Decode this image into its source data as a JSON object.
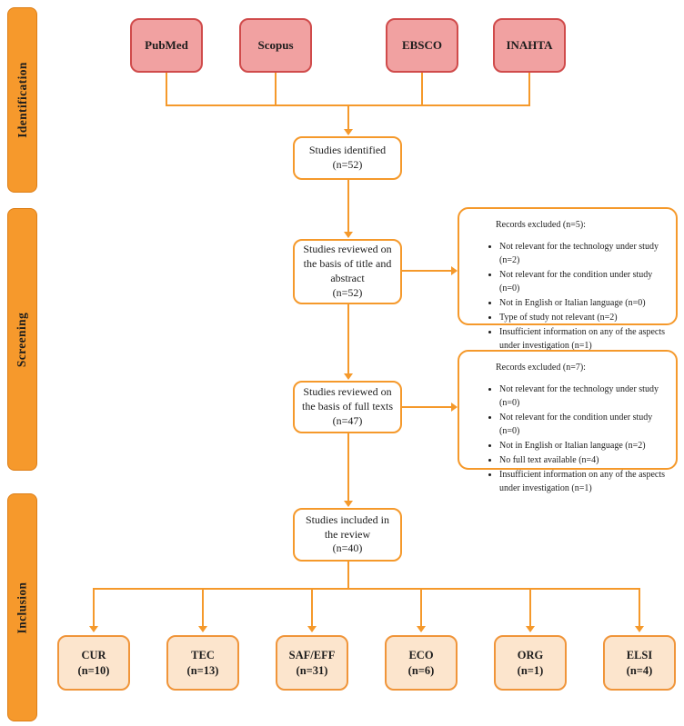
{
  "phases": [
    {
      "label": "Identification"
    },
    {
      "label": "Screening"
    },
    {
      "label": "Inclusion"
    }
  ],
  "sources": [
    {
      "label": "PubMed"
    },
    {
      "label": "Scopus"
    },
    {
      "label": "EBSCO"
    },
    {
      "label": "INAHTA"
    }
  ],
  "flow_boxes": [
    {
      "text": "Studies identified\n(n=52)"
    },
    {
      "text": "Studies reviewed on\nthe basis of title and\nabstract\n(n=52)"
    },
    {
      "text": "Studies reviewed on\nthe basis of full texts\n(n=47)"
    },
    {
      "text": "Studies included in\nthe review\n(n=40)"
    }
  ],
  "exclusions": [
    {
      "title": "Records excluded (n=5):",
      "items": [
        "Not relevant for the technology under study (n=2)",
        "Not relevant for the condition under study (n=0)",
        "Not in English or Italian language (n=0)",
        "Type of study not relevant (n=2)",
        "Insufficient information on any of the aspects under investigation (n=1)"
      ]
    },
    {
      "title": "Records excluded (n=7):",
      "items": [
        "Not relevant for the technology under study (n=0)",
        "Not relevant for the condition under study (n=0)",
        "Not in English or Italian language (n=2)",
        "No full text available (n=4)",
        "Insufficient information on any of the aspects under investigation (n=1)"
      ]
    }
  ],
  "categories": [
    {
      "text": "CUR\n(n=10)"
    },
    {
      "text": "TEC\n(n=13)"
    },
    {
      "text": "SAF/EFF\n(n=31)"
    },
    {
      "text": "ECO\n(n=6)"
    },
    {
      "text": "ORG\n(n=1)"
    },
    {
      "text": "ELSI\n(n=4)"
    }
  ],
  "colors": {
    "connector_orange": "#F5992B",
    "band_orange": "#F6992C",
    "source_fill": "#F1A1A1",
    "source_border": "#D04B4B",
    "category_fill": "#FCE5CD",
    "category_border": "#F0953A"
  }
}
